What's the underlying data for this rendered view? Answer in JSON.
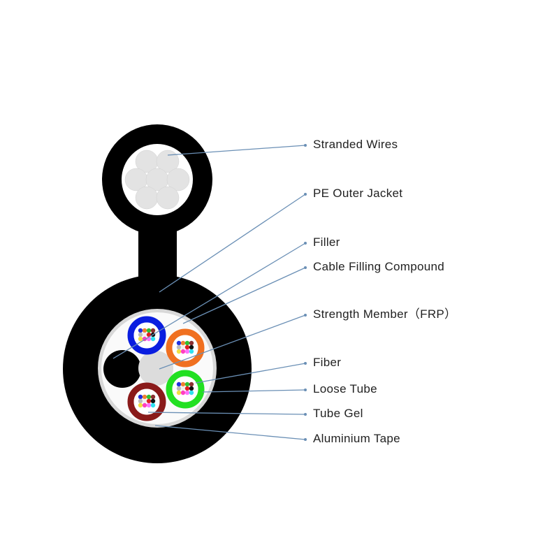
{
  "labels": [
    {
      "id": "stranded-wires",
      "text": "Stranded Wires"
    },
    {
      "id": "pe-outer-jacket",
      "text": "PE Outer Jacket"
    },
    {
      "id": "filler",
      "text": "Filler"
    },
    {
      "id": "cable-filling-compound",
      "text": "Cable Filling Compound"
    },
    {
      "id": "strength-member",
      "text": "Strength Member（FRP）"
    },
    {
      "id": "fiber",
      "text": "Fiber"
    },
    {
      "id": "loose-tube",
      "text": "Loose Tube"
    },
    {
      "id": "tube-gel",
      "text": "Tube Gel"
    },
    {
      "id": "aluminium-tape",
      "text": "Aluminium Tape"
    }
  ],
  "colors": {
    "jacket": "#000000",
    "leader": "#6a8fb5",
    "tubes": [
      "#0a1ee0",
      "#f07020",
      "#22e022",
      "#8a1a1a"
    ],
    "fibers": [
      "#2030e0",
      "#f08030",
      "#30c030",
      "#8a3030",
      "#bbbbbb",
      "#f0f0f0",
      "#e02020",
      "#111111",
      "#f0e040",
      "#ff40c0",
      "#ff70ff",
      "#30e0f0"
    ]
  }
}
